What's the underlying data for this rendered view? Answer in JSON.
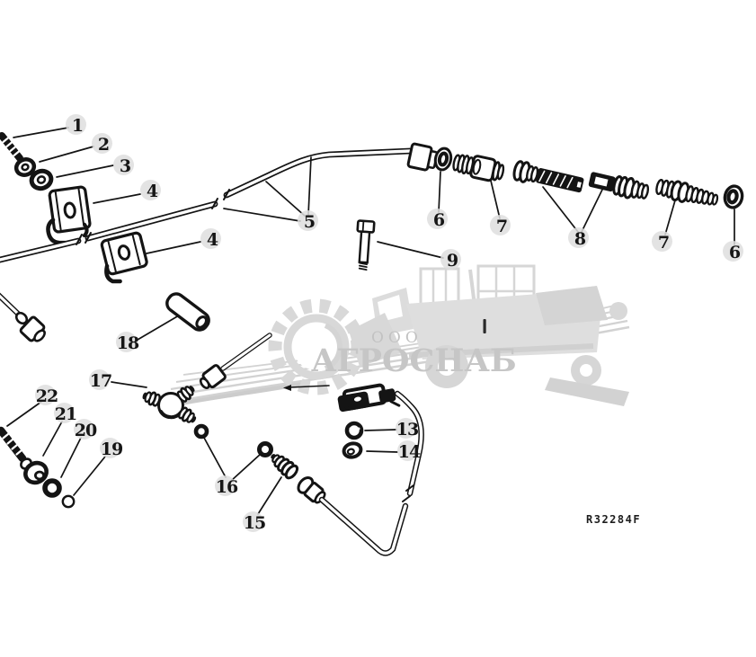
{
  "diagram": {
    "type": "exploded-parts-line-diagram",
    "subject": "fuel/hydraulic line assembly with clamps, couplers, washers and fittings",
    "ref_code": "R32284F",
    "callouts": {
      "n1": "1",
      "n2": "2",
      "n3": "3",
      "n4a": "4",
      "n4b": "4",
      "n5": "5",
      "n6a": "6",
      "n7a": "7",
      "n8": "8",
      "n7b": "7",
      "n6b": "6",
      "n9": "9",
      "n13": "13",
      "n14": "14",
      "n15": "15",
      "n16": "16",
      "n17": "17",
      "n18": "18",
      "n19": "19",
      "n20": "20",
      "n21": "21",
      "n22": "22"
    }
  },
  "watermark": {
    "org_form": "ООО",
    "company": "АГРОСНАБ"
  },
  "colors": {
    "background": "#ffffff",
    "line_art": "#141414",
    "watermark_graphic": "#d8d8d8",
    "watermark_text": "#c6c6c6",
    "callout_disc": "#dedede"
  }
}
